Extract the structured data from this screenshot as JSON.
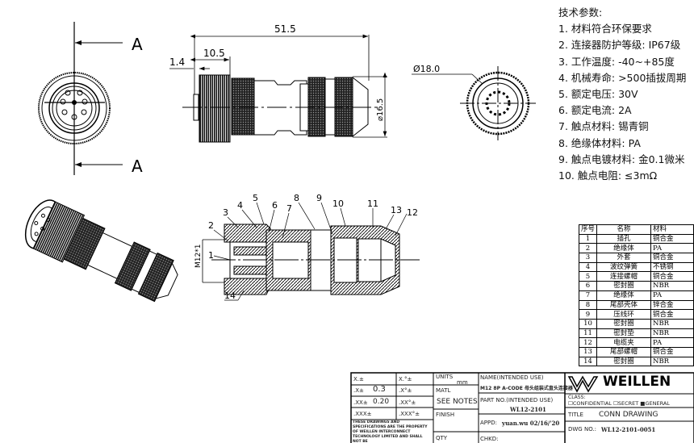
{
  "drawing": {
    "section_label": "A",
    "dimensions": {
      "overall_length": "51.5",
      "nut_length": "10.5",
      "offset": "1.4",
      "body_diameter": "⌀16.5",
      "rear_diameter": "Ø18.0",
      "thread": "M12*1"
    },
    "balloons": [
      "1",
      "2",
      "3",
      "4",
      "5",
      "6",
      "7",
      "8",
      "9",
      "10",
      "11",
      "12",
      "13",
      "14"
    ]
  },
  "tech_params": {
    "title": "技术参数:",
    "items": [
      "1. 材料符合环保要求",
      "2. 连接器防护等级: IP67级",
      "3. 工作温度: -40~+85度",
      "4. 机械寿命: >500插拔周期",
      "5. 额定电压: 30V",
      "6. 额定电流: 2A",
      "7. 触点材料: 锡青铜",
      "8. 绝缘体材料: PA",
      "9. 触点电镀材料: 金0.1微米",
      "10. 触点电阻: ≤3mΩ"
    ]
  },
  "parts_table": {
    "headers": [
      "序号",
      "名称",
      "材料"
    ],
    "rows": [
      [
        "1",
        "插孔",
        "铜合金"
      ],
      [
        "2",
        "绝缘体",
        "PA"
      ],
      [
        "3",
        "外套",
        "铜合金"
      ],
      [
        "4",
        "波纹弹簧",
        "不锈钢"
      ],
      [
        "5",
        "连接螺帽",
        "铜合金"
      ],
      [
        "6",
        "密封圈",
        "NBR"
      ],
      [
        "7",
        "绝缘体",
        "PA"
      ],
      [
        "8",
        "尾部壳体",
        "锌合金"
      ],
      [
        "9",
        "压线环",
        "铜合金"
      ],
      [
        "10",
        "密封圈",
        "NBR"
      ],
      [
        "11",
        "密封垫",
        "NBR"
      ],
      [
        "12",
        "电缆夹",
        "PA"
      ],
      [
        "13",
        "尾部螺帽",
        "铜合金"
      ],
      [
        "14",
        "密封圈",
        "NBR"
      ]
    ]
  },
  "title_block": {
    "tol_x": "X.±",
    "tol_x_ang": "X.°±",
    "tol_x1": ".X±",
    "tol_x1_val": "0.3",
    "tol_x1_ang": ".X°±",
    "tol_x2": ".XX±",
    "tol_x2_val": "0.20",
    "tol_x2_ang": ".XX°±",
    "tol_x3": ".XXX±",
    "tol_x3_ang": ".XXX°±",
    "notice": "THESE DRAWINGS AND SPECIFICATIONS ARE THE PROPERTY OF WEILLEN INTERCONNECT TECHNOLOGY LIMITED AND SHALL NOT BE",
    "units_label": "UNITS",
    "units_value": "mm",
    "matl_label": "MATL",
    "matl_value": "SEE NOTES",
    "finish_label": "FINISH",
    "qty_label": "QTY",
    "name_label": "NAME(INTENDED USE)",
    "name_value": "M12 8P A-CODE 母头组装式直头连接器",
    "part_label": "PART NO.(INTENDED USE)",
    "part_value": "WL12-2101",
    "appd_label": "APPD:",
    "appd_value": "yuan.wu 02/16/'20",
    "chkd_label": "CHKD:",
    "brand": "WEILLEN",
    "class_label": "CLASS:",
    "class_options": [
      "CONFIDENTIAL",
      "SECRET",
      "GENERAL"
    ],
    "title_label": "TITLE",
    "title_value": "CONN DRAWING",
    "dwg_label": "DWG NO.:",
    "dwg_value": "WL12-2101-0051"
  }
}
